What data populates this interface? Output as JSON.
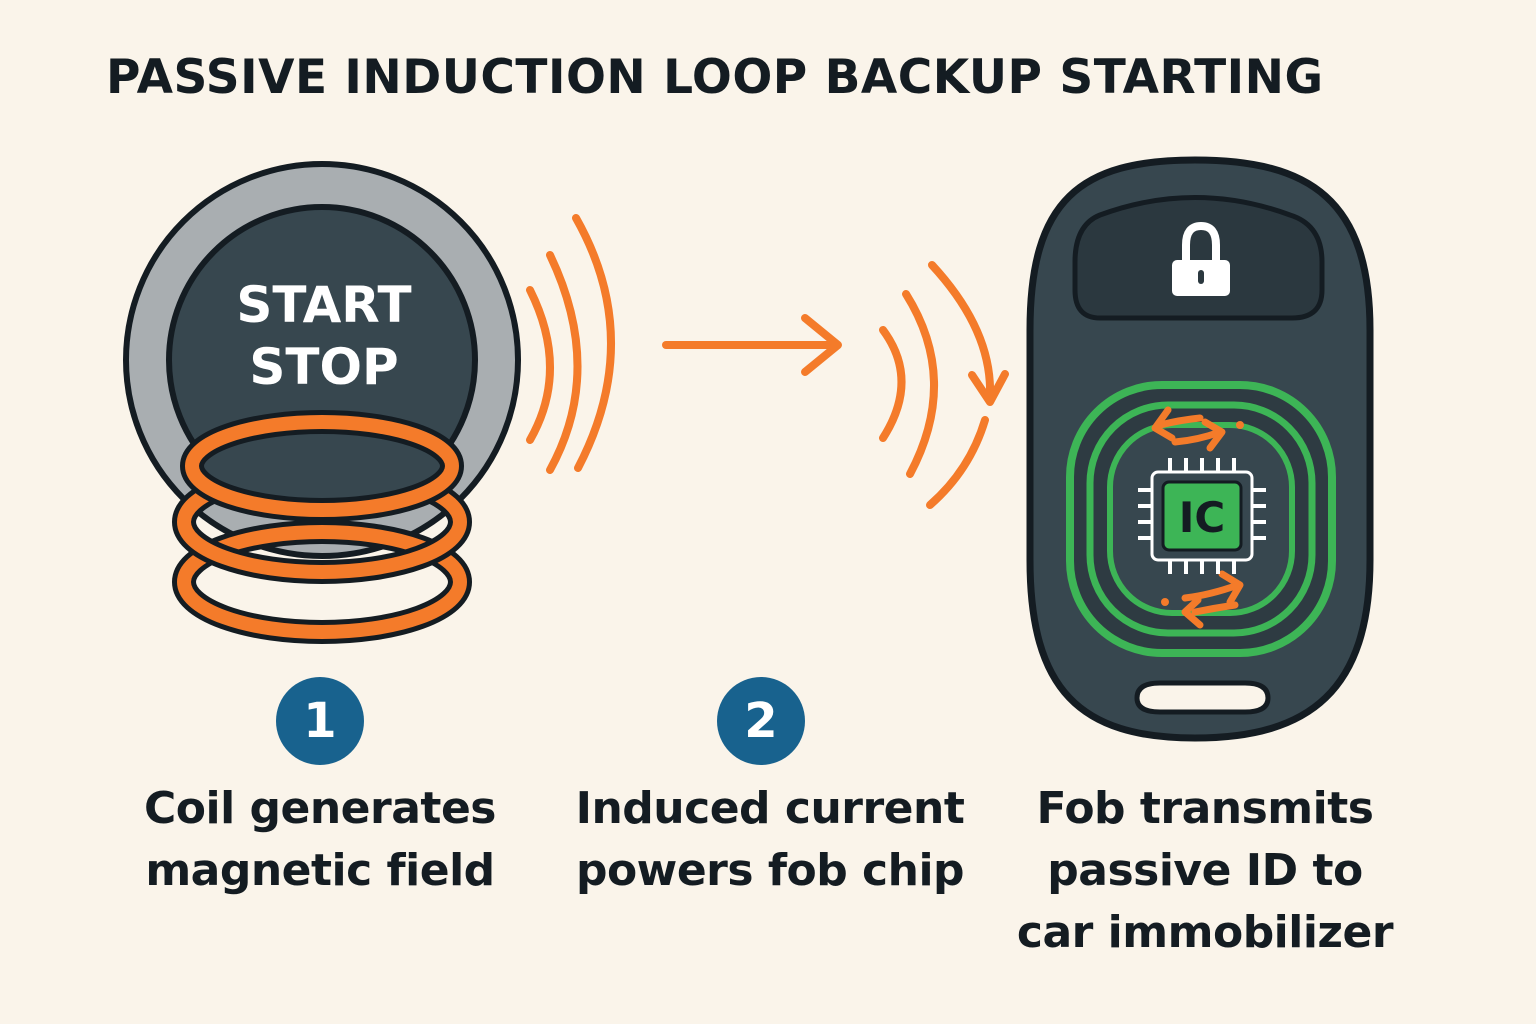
{
  "title": "PASSIVE INDUCTION LOOP BACKUP STARTING",
  "button": {
    "line1": "START",
    "line2": "STOP"
  },
  "chip_label": "IC",
  "icons": {
    "fob_button": "padlock-icon",
    "chip": "microchip-icon",
    "signal": "radio-waves-icon",
    "flow": "arrow-right-icon",
    "exchange": "bidirectional-arrows-icon"
  },
  "steps": [
    {
      "number": "1",
      "caption_lines": [
        "Coil generates",
        "magnetic field"
      ]
    },
    {
      "number": "2",
      "caption_lines": [
        "Induced current",
        "powers fob chip"
      ]
    },
    {
      "caption_lines": [
        "Fob transmits",
        "passive ID to",
        "car immobilizer"
      ]
    }
  ],
  "colors": {
    "background": "#FAF4EA",
    "dark": "#37474F",
    "outline": "#141C22",
    "accent_orange": "#F47B2A",
    "chip_green": "#3DB556",
    "badge_blue": "#18628E",
    "ring_gray": "#A9AEB1"
  }
}
